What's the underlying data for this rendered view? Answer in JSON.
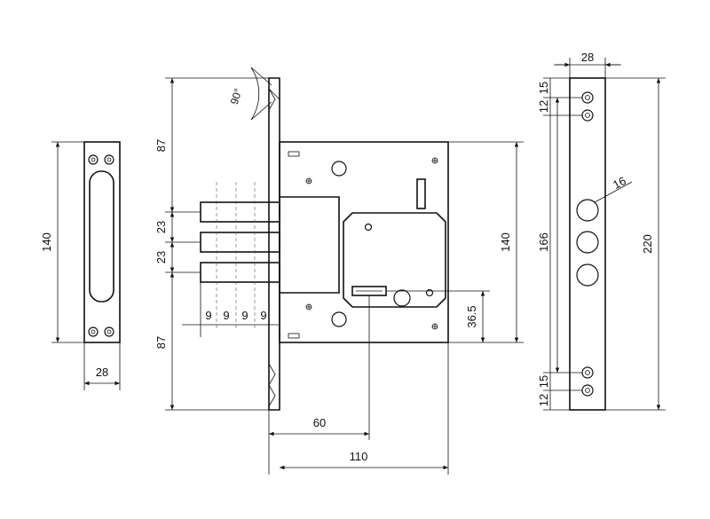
{
  "left_plate": {
    "height_label": "140",
    "width_label": "28"
  },
  "lock_body": {
    "angle_label": "90°",
    "top_dim_label": "87",
    "bolt_gap_1_label": "23",
    "bolt_gap_2_label": "23",
    "bottom_dim_label": "87",
    "bolt_width_labels": [
      "9",
      "9",
      "9",
      "9"
    ],
    "case_height_label": "140",
    "key_offset_label": "36.5",
    "backset_label": "60",
    "case_length_label": "110"
  },
  "faceplate": {
    "width_label": "28",
    "top_dims": [
      "12",
      "15"
    ],
    "bottom_dims": [
      "15",
      "12"
    ],
    "hole_diameter_label": "16",
    "inner_height_label": "166",
    "total_height_label": "220"
  }
}
